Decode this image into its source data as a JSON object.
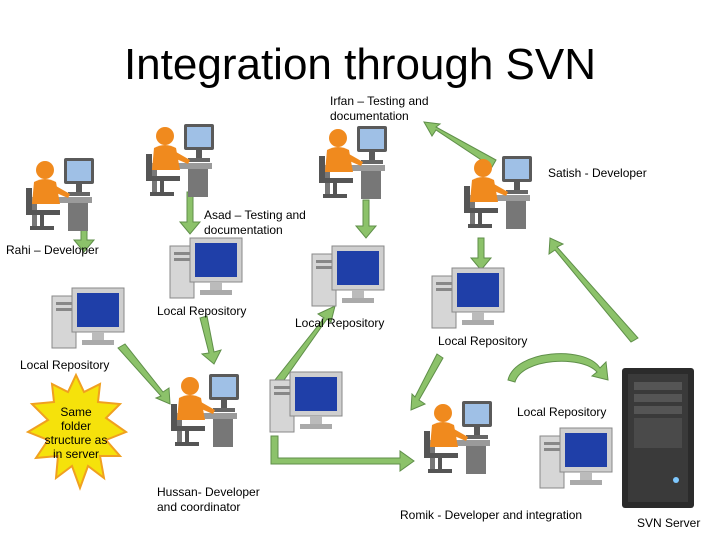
{
  "title": "Integration through SVN",
  "people": {
    "irfan": "Irfan – Testing and documentation",
    "satish": "Satish  - Developer",
    "asad": "Asad  – Testing and documentation",
    "rahi": "Rahi – Developer",
    "hussan": "Hussan-  Developer and coordinator",
    "romik": "Romik -  Developer and integration",
    "server": "SVN Server"
  },
  "repos": {
    "rahi": "Local Repository",
    "asad": "Local Repository",
    "irfan": "Local Repository",
    "satish": "Local Repository",
    "romik": "Local Repository"
  },
  "callout": "Same folder structure as in server",
  "colors": {
    "arrow_fill": "#8cc26a",
    "arrow_stroke": "#5f8f49",
    "star_fill": "#f5e20b",
    "star_stroke": "#f0a020",
    "person": "#f08a1e",
    "monitor_screen": "#1f3fa8",
    "server_body": "#2b2b2b"
  }
}
